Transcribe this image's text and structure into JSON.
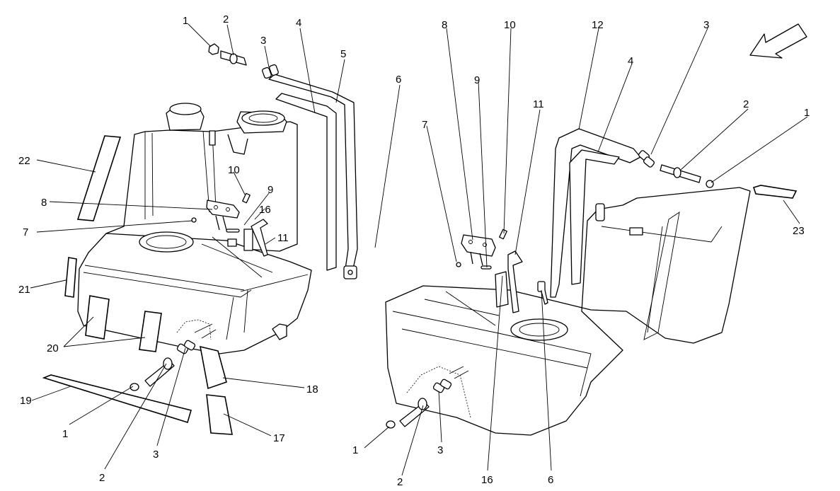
{
  "labels": [
    "1",
    "2",
    "3",
    "4",
    "5",
    "6",
    "7",
    "8",
    "9",
    "10",
    "11",
    "12",
    "16",
    "17",
    "18",
    "19",
    "20",
    "21",
    "22",
    "23"
  ],
  "icons": {
    "direction_arrow": "arrow-down-left-icon"
  }
}
